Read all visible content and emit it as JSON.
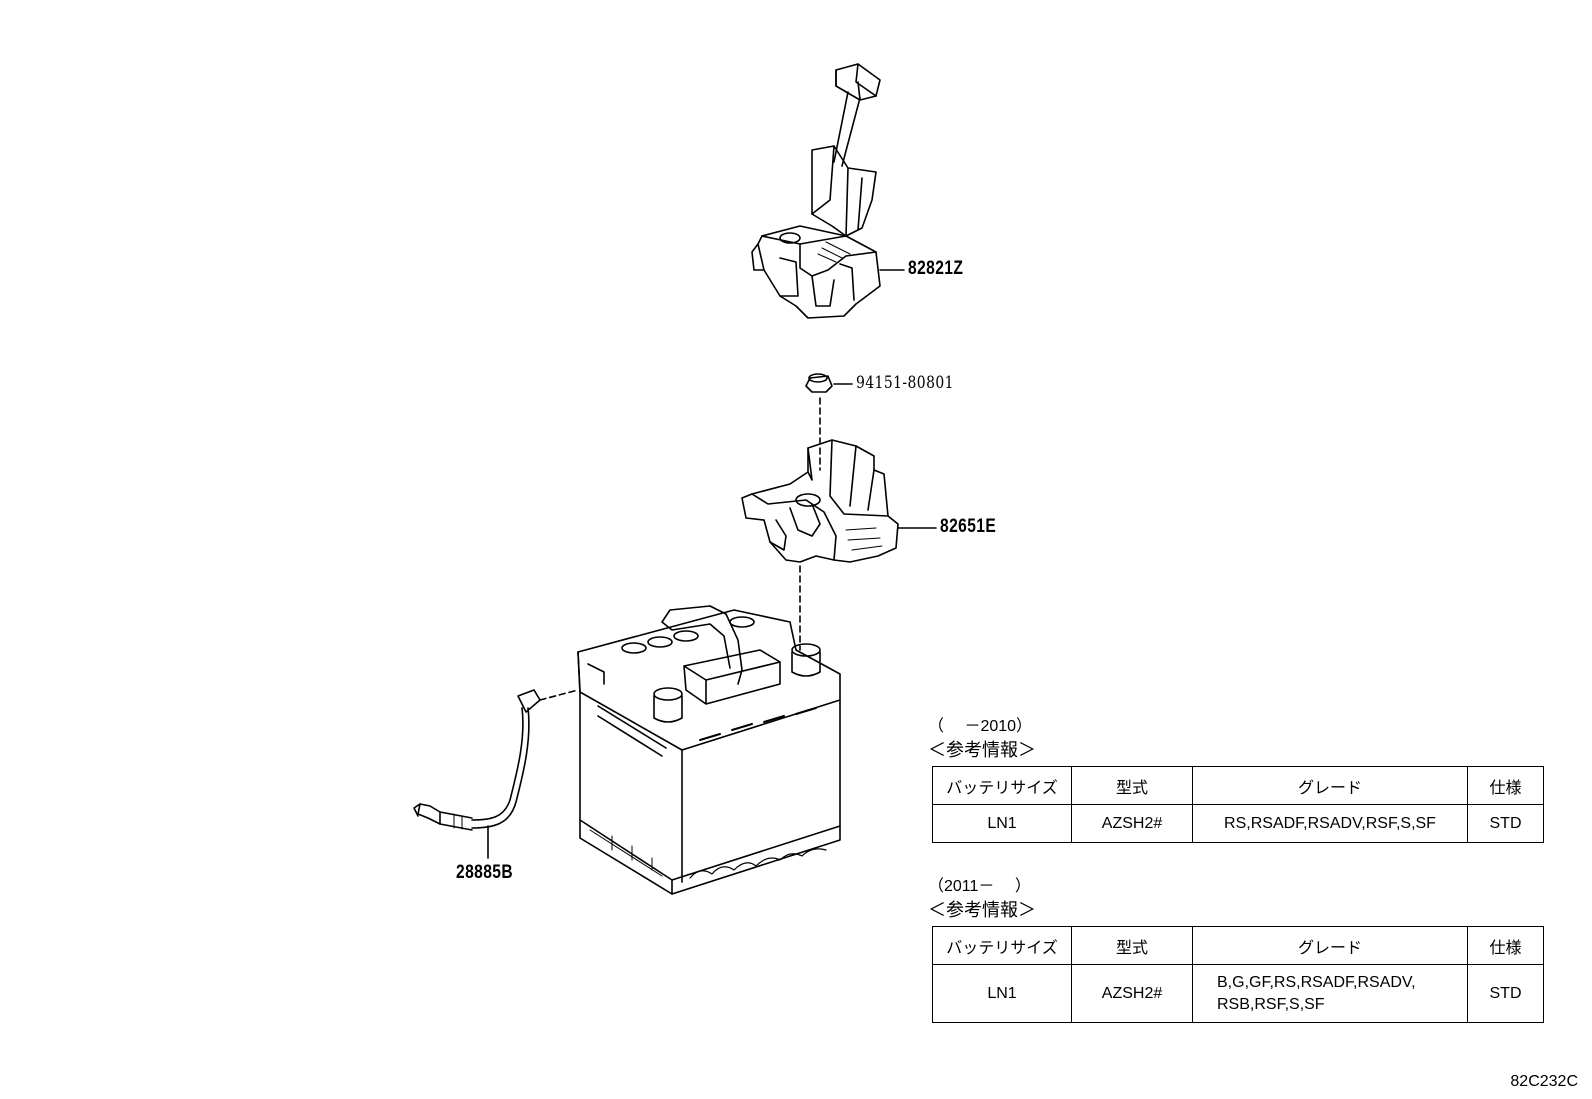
{
  "parts": {
    "bracket_upper": "82821Z",
    "nut": "94151-80801",
    "clamp": "82651E",
    "sensor_cable": "28885B"
  },
  "tables": [
    {
      "period": "（　 －2010）",
      "heading": "＜参考情報＞",
      "headers": [
        "バッテリサイズ",
        "型式",
        "グレード",
        "仕様"
      ],
      "row": [
        "LN1",
        "AZSH2#",
        "RS,RSADF,RSADV,RSF,S,SF",
        "STD"
      ]
    },
    {
      "period": "（2011－　 ）",
      "heading": "＜参考情報＞",
      "headers": [
        "バッテリサイズ",
        "型式",
        "グレード",
        "仕様"
      ],
      "row": [
        "LN1",
        "AZSH2#",
        "B,G,GF,RS,RSADF,RSADV,\nRSB,RSF,S,SF",
        "STD"
      ]
    }
  ],
  "illustration_code": "82C232C"
}
